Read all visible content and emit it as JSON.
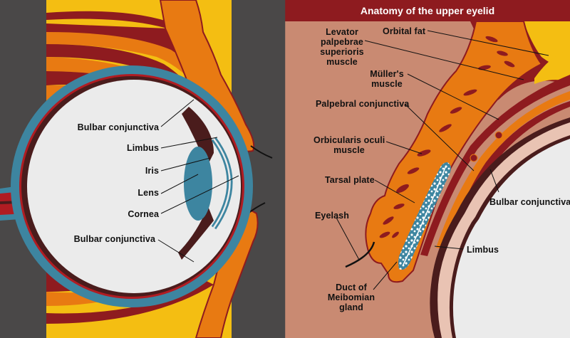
{
  "colors": {
    "background_left": "#4a4848",
    "background_right": "#c98a72",
    "header_band": "#8e1b1f",
    "orbital_fat_yellow": "#f4be12",
    "tissue_orange": "#e87a12",
    "muscle_red": "#8e1b1f",
    "sclera_blue": "#3d85a0",
    "eyeball_white": "#ebebeb",
    "choroid_dark": "#4a1c1c",
    "conjunctiva_pink": "#e9c3b3"
  },
  "left_panel": {
    "labels": {
      "bulbar_conjunctiva_top": "Bulbar conjunctiva",
      "limbus": "Limbus",
      "iris": "Iris",
      "lens": "Lens",
      "cornea": "Cornea",
      "bulbar_conjunctiva_bottom": "Bulbar conjunctiva"
    }
  },
  "right_panel": {
    "title": "Anatomy of the upper eyelid",
    "labels": {
      "levator_line1": "Levator",
      "levator_line2": "palpebrae",
      "levator_line3": "superioris",
      "levator_line4": "muscle",
      "orbital_fat": "Orbital fat",
      "muller_line1": "Müller's",
      "muller_line2": "muscle",
      "palpebral_conjunctiva": "Palpebral conjunctiva",
      "orbicularis_line1": "Orbicularis oculi",
      "orbicularis_line2": "muscle",
      "tarsal_plate": "Tarsal plate",
      "eyelash": "Eyelash",
      "bulbar_conjunctiva": "Bulbar conjunctiva",
      "limbus": "Limbus",
      "duct_line1": "Duct of",
      "duct_line2": "Meibomian",
      "duct_line3": "gland"
    }
  }
}
